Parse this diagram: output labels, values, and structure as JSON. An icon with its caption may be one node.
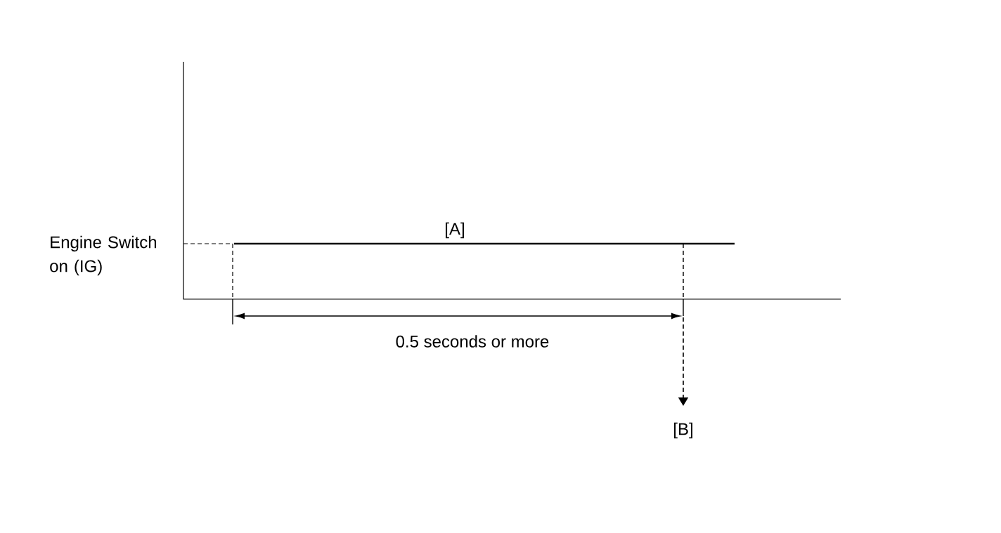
{
  "diagram": {
    "labels": [
      "Engine Switch on (IG)",
      "[A]",
      "0.5 seconds or more",
      "[B]"
    ]
  }
}
